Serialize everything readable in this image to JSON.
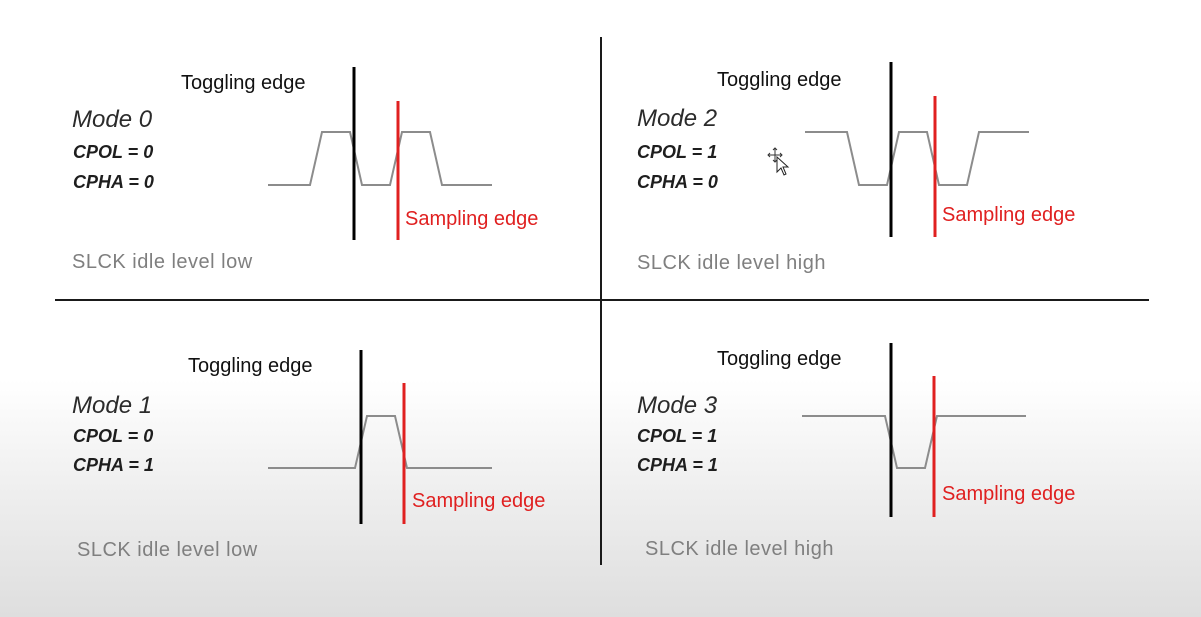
{
  "colors": {
    "waveform": "#8c8c8c",
    "toggling_line": "#000000",
    "sampling_line": "#e02020",
    "idle_text": "#7f7f7f"
  },
  "panels": [
    {
      "id": "mode0",
      "mode": "Mode 0",
      "cpol": "CPOL = 0",
      "cpha": "CPHA = 0",
      "toggling": "Toggling edge",
      "sampling": "Sampling edge",
      "idle": "SLCK idle level low"
    },
    {
      "id": "mode1",
      "mode": "Mode 1",
      "cpol": "CPOL = 0",
      "cpha": "CPHA = 1",
      "toggling": "Toggling edge",
      "sampling": "Sampling edge",
      "idle": "SLCK idle level low"
    },
    {
      "id": "mode2",
      "mode": "Mode 2",
      "cpol": "CPOL = 1",
      "cpha": "CPHA = 0",
      "toggling": "Toggling edge",
      "sampling": "Sampling edge",
      "idle": "SLCK idle level high"
    },
    {
      "id": "mode3",
      "mode": "Mode 3",
      "cpol": "CPOL = 1",
      "cpha": "CPHA = 1",
      "toggling": "Toggling edge",
      "sampling": "Sampling edge",
      "idle": "SLCK idle level high"
    }
  ]
}
